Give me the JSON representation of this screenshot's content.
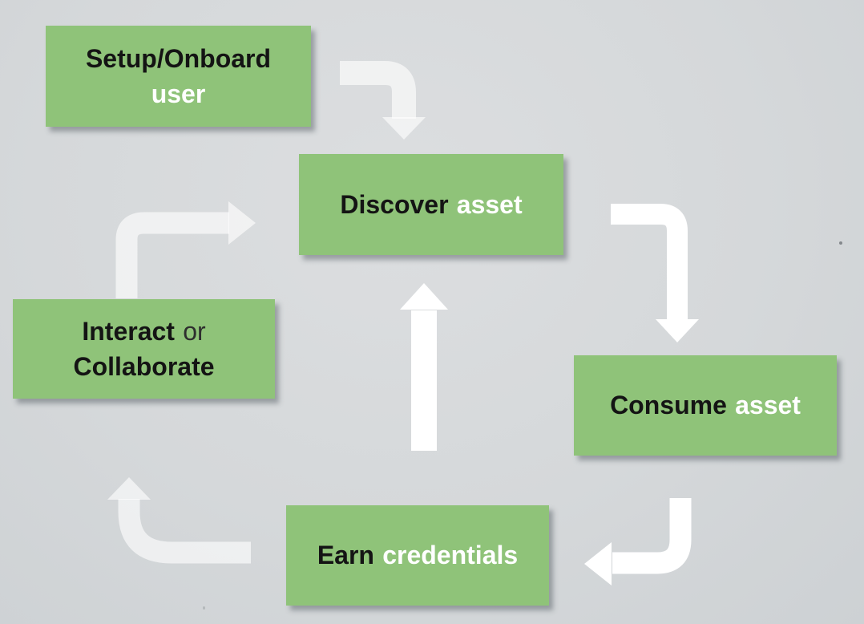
{
  "canvas": {
    "background_color": "#d5d8da",
    "node_color": "#8fc379",
    "arrow_color_bright": "#ffffff",
    "arrow_color_faint": "rgba(255,255,255,0.62)",
    "text_dark_color": "#141414",
    "text_light_color": "#ffffff"
  },
  "nodes": {
    "setup": {
      "line1": "Setup/Onboard",
      "line2": "user"
    },
    "discover": {
      "word_dark": "Discover",
      "word_light": "asset"
    },
    "consume": {
      "word_dark": "Consume",
      "word_light": "asset"
    },
    "earn": {
      "word_dark": "Earn",
      "word_light": "credentials"
    },
    "interact": {
      "line1_bold": "Interact",
      "line1_regular": "or",
      "line2_bold": "Collaborate"
    }
  },
  "arrows": [
    {
      "name": "setup-to-discover",
      "style": "faint"
    },
    {
      "name": "interact-to-discover",
      "style": "faint"
    },
    {
      "name": "discover-to-consume",
      "style": "bright"
    },
    {
      "name": "consume-to-earn",
      "style": "bright"
    },
    {
      "name": "earn-to-interact",
      "style": "faint"
    },
    {
      "name": "earn-to-discover",
      "style": "bright"
    }
  ]
}
